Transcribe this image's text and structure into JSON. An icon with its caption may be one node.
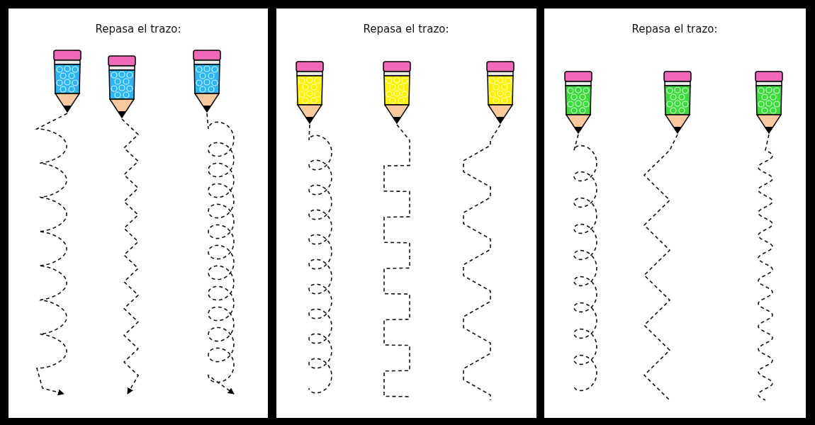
{
  "diagram": {
    "nodes": [
      {
        "text": [],
        "shape": "picture"
      },
      {
        "text": [],
        "shape": "picture"
      },
      {
        "text": [],
        "shape": "picture"
      },
      {
        "text": [],
        "shape": "picture"
      },
      {
        "text": [],
        "shape": "picture"
      },
      {
        "text": [],
        "shape": "picture"
      },
      {
        "text": [],
        "shape": "picture"
      },
      {
        "text": [],
        "shape": "picture"
      },
      {
        "text": [],
        "shape": "picture"
      }
    ],
    "edges": [
      {
        "from": 0,
        "to": null,
        "arrow": "to",
        "style": "dashed"
      },
      {
        "from": 1,
        "to": null,
        "arrow": "to",
        "style": "dashed"
      },
      {
        "from": 2,
        "to": null,
        "arrow": "to",
        "style": "dashed"
      },
      {
        "from": 3,
        "to": null,
        "arrow": "none",
        "style": "dashed"
      },
      {
        "from": 4,
        "to": null,
        "arrow": "none",
        "style": "dashed"
      },
      {
        "from": 5,
        "to": null,
        "arrow": "none",
        "style": "dashed"
      },
      {
        "from": 6,
        "to": null,
        "arrow": "none",
        "style": "dashed"
      },
      {
        "from": 7,
        "to": null,
        "arrow": "none",
        "style": "dashed"
      },
      {
        "from": 8,
        "to": null,
        "arrow": "none",
        "style": "dashed"
      }
    ],
    "labels": [
      "Repasa el trazo:",
      "Repasa el trazo:",
      "Repasa el trazo:"
    ]
  }
}
